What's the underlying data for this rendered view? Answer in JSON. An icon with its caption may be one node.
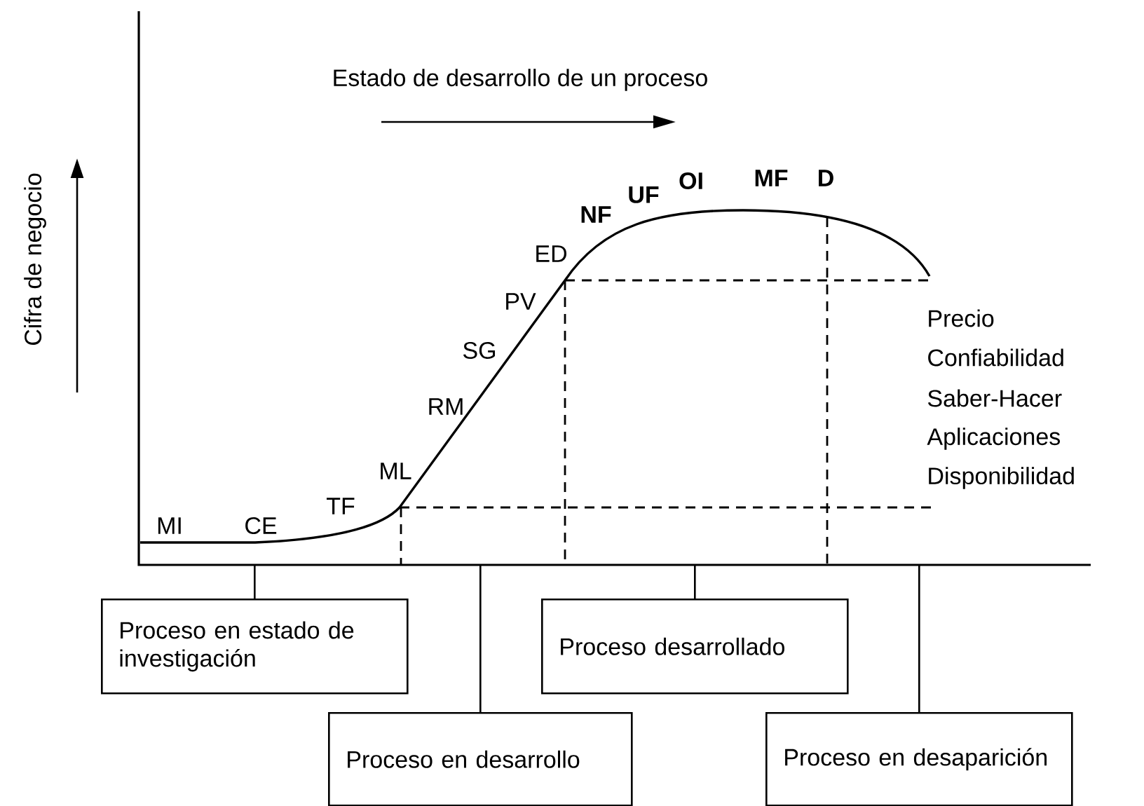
{
  "diagram": {
    "title": "Estado de desarrollo de un proceso",
    "nodes": [
      {
        "text": [
          "Proceso en estado de investigación"
        ]
      },
      {
        "text": [
          "Proceso en desarrollo"
        ]
      },
      {
        "text": [
          "Proceso desarrollado"
        ]
      },
      {
        "text": [
          "Proceso en desaparición"
        ]
      }
    ],
    "edges": [
      {
        "from": null,
        "to": 0,
        "arrow": "none"
      },
      {
        "from": null,
        "to": 1,
        "arrow": "none"
      },
      {
        "from": null,
        "to": 2,
        "arrow": "none"
      },
      {
        "from": null,
        "to": 3,
        "arrow": "none"
      }
    ],
    "labels": [
      "Cifra de negocio",
      "MI",
      "CE",
      "TF",
      "ML",
      "RM",
      "SG",
      "PV",
      "ED",
      "NF",
      "UF",
      "OI",
      "MF",
      "D",
      "Precio",
      "Confiabilidad",
      "Saber-Hacer",
      "Aplicaciones",
      "Disponibilidad"
    ]
  }
}
